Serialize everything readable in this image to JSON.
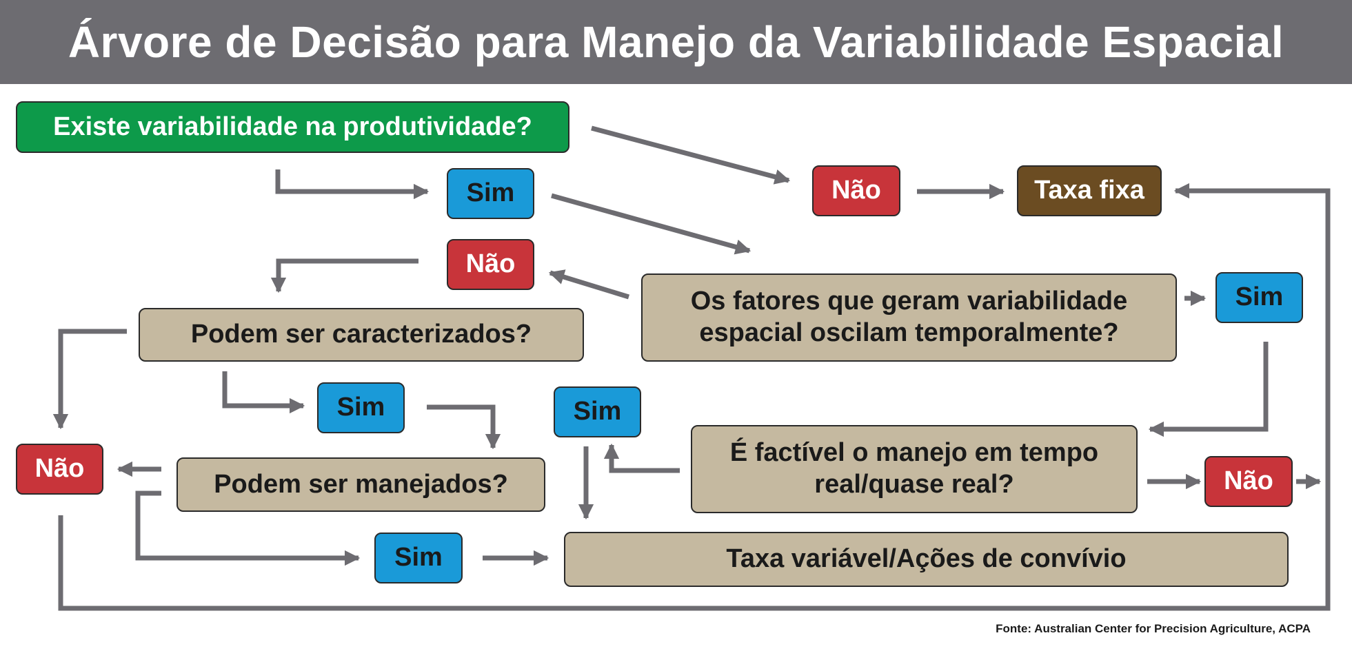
{
  "title": "Árvore de Decisão para Manejo da Variabilidade Espacial",
  "nodes": {
    "q_variability": "Existe variabilidade na produtividade?",
    "sim_1": "Sim",
    "nao_1": "Não",
    "taxa_fixa": "Taxa fixa",
    "nao_2": "Não",
    "q_temporal_line1": "Os fatores que geram variabilidade",
    "q_temporal_line2": "espacial oscilam temporalmente?",
    "sim_2": "Sim",
    "q_caracterizados": "Podem ser caracterizados?",
    "sim_3": "Sim",
    "sim_4": "Sim",
    "q_realtime_line1": "É factível o manejo em tempo",
    "q_realtime_line2": "real/quase real?",
    "nao_3": "Não",
    "q_manejados": "Podem ser manejados?",
    "nao_4": "Não",
    "sim_5": "Sim",
    "taxa_variavel": "Taxa variável/Ações de convívio"
  },
  "source": "Fonte: Australian Center for Precision Agriculture, ACPA",
  "colors": {
    "header": "#6d6c71",
    "question_green": "#0d9a4a",
    "yes_blue": "#1a9ad8",
    "no_red": "#c8343a",
    "fixed_brown": "#6b4c22",
    "tan": "#c5b9a0",
    "arrow": "#6d6c71"
  }
}
